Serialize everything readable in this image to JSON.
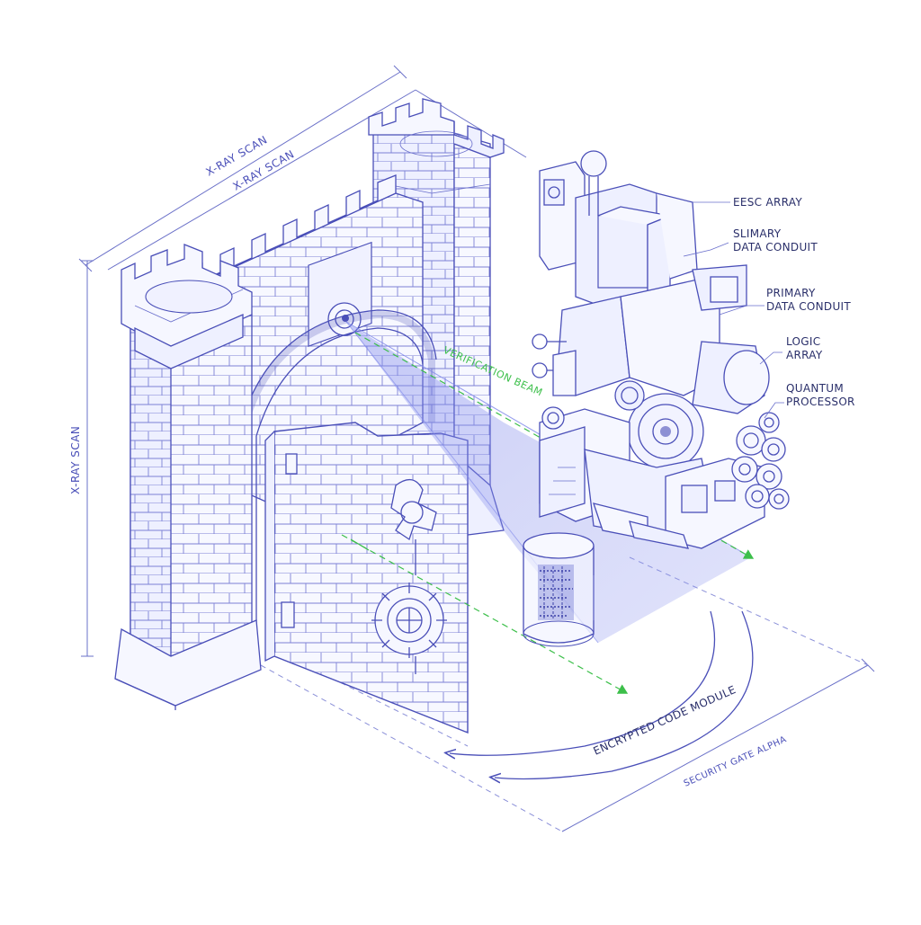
{
  "labels": {
    "xray_top_1": "X-RAY SCAN",
    "xray_top_2": "X-RAY SCAN",
    "xray_side": "X-RAY SCAN",
    "beam": "VERIFICATION BEAM",
    "encrypted": "ENCRYPTED CODE MODULE",
    "gate": "SECURITY GATE ALPHA",
    "callouts": [
      {
        "line1": "EESC ARRAY",
        "line2": ""
      },
      {
        "line1": "SLIMARY",
        "line2": "DATA CONDUIT"
      },
      {
        "line1": "PRIMARY",
        "line2": "DATA CONDUIT"
      },
      {
        "line1": "LOGIC",
        "line2": "ARRAY"
      },
      {
        "line1": "QUANTUM",
        "line2": "PROCESSOR"
      }
    ]
  },
  "colors": {
    "line": "#4a4fb8",
    "beam": "#7d86ea",
    "green": "#3cbf4a",
    "paper": "#ffffff"
  }
}
